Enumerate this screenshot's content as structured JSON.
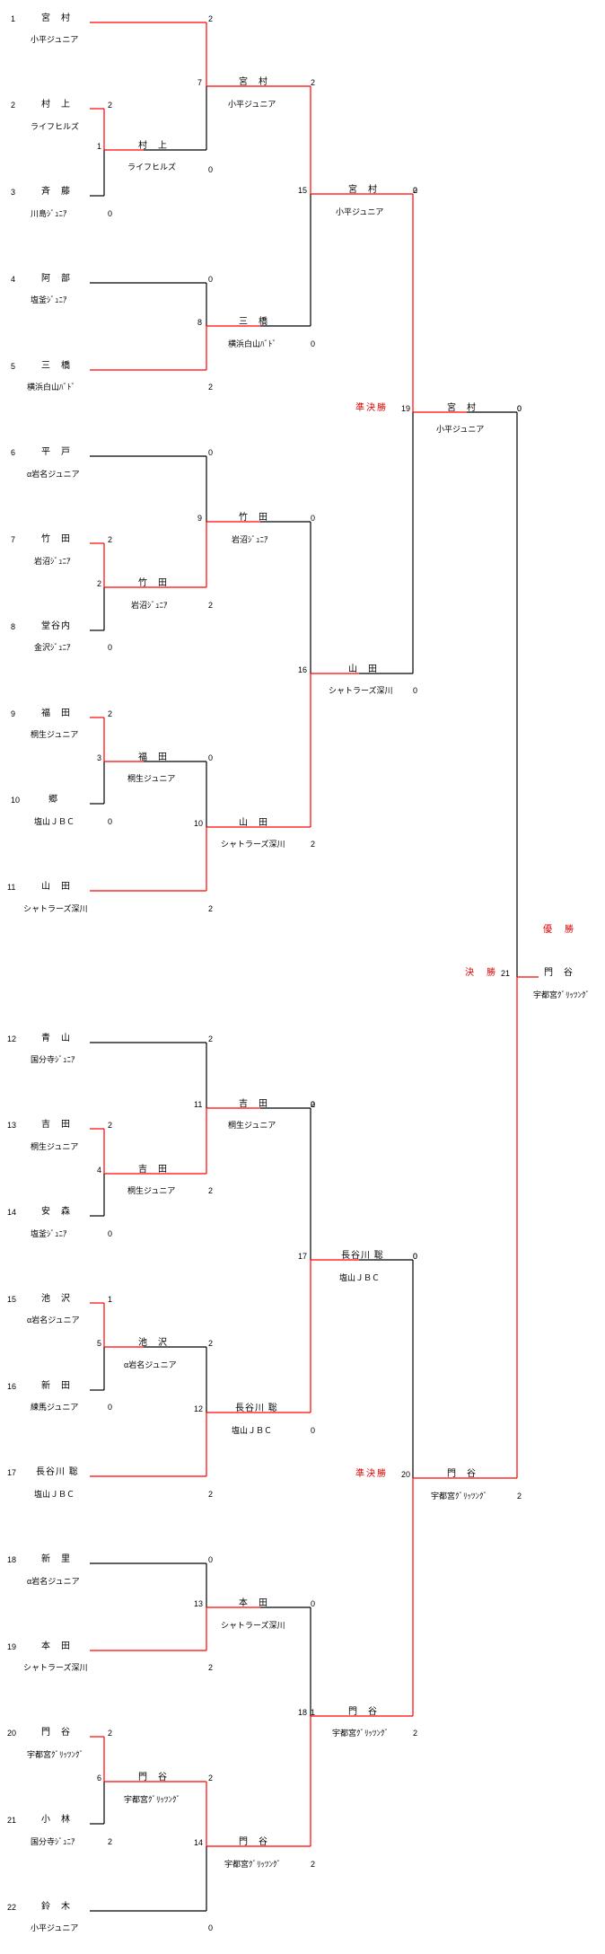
{
  "players": [
    {
      "no": "1",
      "name": "宮　村",
      "team": "小平ジュニア"
    },
    {
      "no": "2",
      "name": "村　上",
      "team": "ライフヒルズ"
    },
    {
      "no": "3",
      "name": "斉　藤",
      "team": "川島ｼﾞｭﾆｱ"
    },
    {
      "no": "4",
      "name": "阿　部",
      "team": "塩釜ｼﾞｭﾆｱ"
    },
    {
      "no": "5",
      "name": "三　橋",
      "team": "横浜白山ﾊﾞﾄﾞ"
    },
    {
      "no": "6",
      "name": "平　戸",
      "team": "α岩名ジュニア"
    },
    {
      "no": "7",
      "name": "竹　田",
      "team": "岩沼ｼﾞｭﾆｱ"
    },
    {
      "no": "8",
      "name": "堂谷内",
      "team": "金沢ｼﾞｭﾆｱ"
    },
    {
      "no": "9",
      "name": "福　田",
      "team": "桐生ジュニア"
    },
    {
      "no": "10",
      "name": "郷",
      "team": "塩山ＪＢＣ"
    },
    {
      "no": "11",
      "name": "山　田",
      "team": "シャトラーズ深川"
    },
    {
      "no": "12",
      "name": "青　山",
      "team": "国分寺ｼﾞｭﾆｱ"
    },
    {
      "no": "13",
      "name": "吉　田",
      "team": "桐生ジュニア"
    },
    {
      "no": "14",
      "name": "安　森",
      "team": "塩釜ｼﾞｭﾆｱ"
    },
    {
      "no": "15",
      "name": "池　沢",
      "team": "α岩名ジュニア"
    },
    {
      "no": "16",
      "name": "新　田",
      "team": "練馬ジュニア"
    },
    {
      "no": "17",
      "name": "長谷川 聡",
      "team": "塩山ＪＢＣ"
    },
    {
      "no": "18",
      "name": "新　里",
      "team": "α岩名ジュニア"
    },
    {
      "no": "19",
      "name": "本　田",
      "team": "シャトラーズ深川"
    },
    {
      "no": "20",
      "name": "門　谷",
      "team": "宇都宮ｸﾞﾘｯﾂﾝｸﾞ"
    },
    {
      "no": "21",
      "name": "小　林",
      "team": "国分寺ｼﾞｭﾆｱ"
    },
    {
      "no": "22",
      "name": "鈴　木",
      "team": "小平ジュニア"
    }
  ],
  "matches": [
    {
      "no": "1",
      "winner": "村　上",
      "team": "ライフヒルズ"
    },
    {
      "no": "2",
      "winner": "竹　田",
      "team": "岩沼ｼﾞｭﾆｱ"
    },
    {
      "no": "3",
      "winner": "福　田",
      "team": "桐生ジュニア"
    },
    {
      "no": "4",
      "winner": "吉　田",
      "team": "桐生ジュニア"
    },
    {
      "no": "5",
      "winner": "池　沢",
      "team": "α岩名ジュニア"
    },
    {
      "no": "6",
      "winner": "門　谷",
      "team": "宇都宮ｸﾞﾘｯﾂﾝｸﾞ"
    },
    {
      "no": "7",
      "winner": "宮　村",
      "team": "小平ジュニア"
    },
    {
      "no": "8",
      "winner": "三　橋",
      "team": "横浜白山ﾊﾞﾄﾞ"
    },
    {
      "no": "9",
      "winner": "竹　田",
      "team": "岩沼ｼﾞｭﾆｱ"
    },
    {
      "no": "10",
      "winner": "山　田",
      "team": "シャトラーズ深川"
    },
    {
      "no": "11",
      "winner": "吉　田",
      "team": "桐生ジュニア"
    },
    {
      "no": "12",
      "winner": "長谷川 聡",
      "team": "塩山ＪＢＣ"
    },
    {
      "no": "13",
      "winner": "本　田",
      "team": "シャトラーズ深川"
    },
    {
      "no": "14",
      "winner": "門　谷",
      "team": "宇都宮ｸﾞﾘｯﾂﾝｸﾞ"
    },
    {
      "no": "15",
      "winner": "宮　村",
      "team": "小平ジュニア"
    },
    {
      "no": "16",
      "winner": "山　田",
      "team": "シャトラーズ深川"
    },
    {
      "no": "17",
      "winner": "長谷川 聡",
      "team": "塩山ＪＢＣ"
    },
    {
      "no": "18",
      "winner": "門　谷",
      "team": "宇都宮ｸﾞﾘｯﾂﾝｸﾞ"
    },
    {
      "no": "19",
      "winner": "宮　村",
      "team": "小平ジュニア"
    },
    {
      "no": "20",
      "winner": "門　谷",
      "team": "宇都宮ｸﾞﾘｯﾂﾝｸﾞ"
    },
    {
      "no": "21",
      "winner": "門　谷",
      "team": "宇都宮ｸﾞﾘｯﾂﾝｸﾞ"
    }
  ],
  "scores": [
    "2",
    "2",
    "0",
    "0",
    "2",
    "0",
    "2",
    "0",
    "0",
    "2",
    "2",
    "0",
    "0",
    "2",
    "0",
    "2",
    "2",
    "0",
    "0",
    "2",
    "0",
    "2",
    "0",
    "2",
    "0",
    "2",
    "1",
    "0",
    "2",
    "0",
    "2",
    "0",
    "0",
    "2",
    "0",
    "2",
    "2",
    "2",
    "0",
    "2",
    "1",
    "0",
    "0",
    "2",
    "2",
    "0",
    "0",
    "2"
  ],
  "labels": {
    "semi_final": "準決勝",
    "final": "決　勝",
    "champion": "優　勝"
  },
  "colors": {
    "winner_line": "#ff0000",
    "loser_line": "#000000",
    "highlight_text": "#e00000"
  }
}
